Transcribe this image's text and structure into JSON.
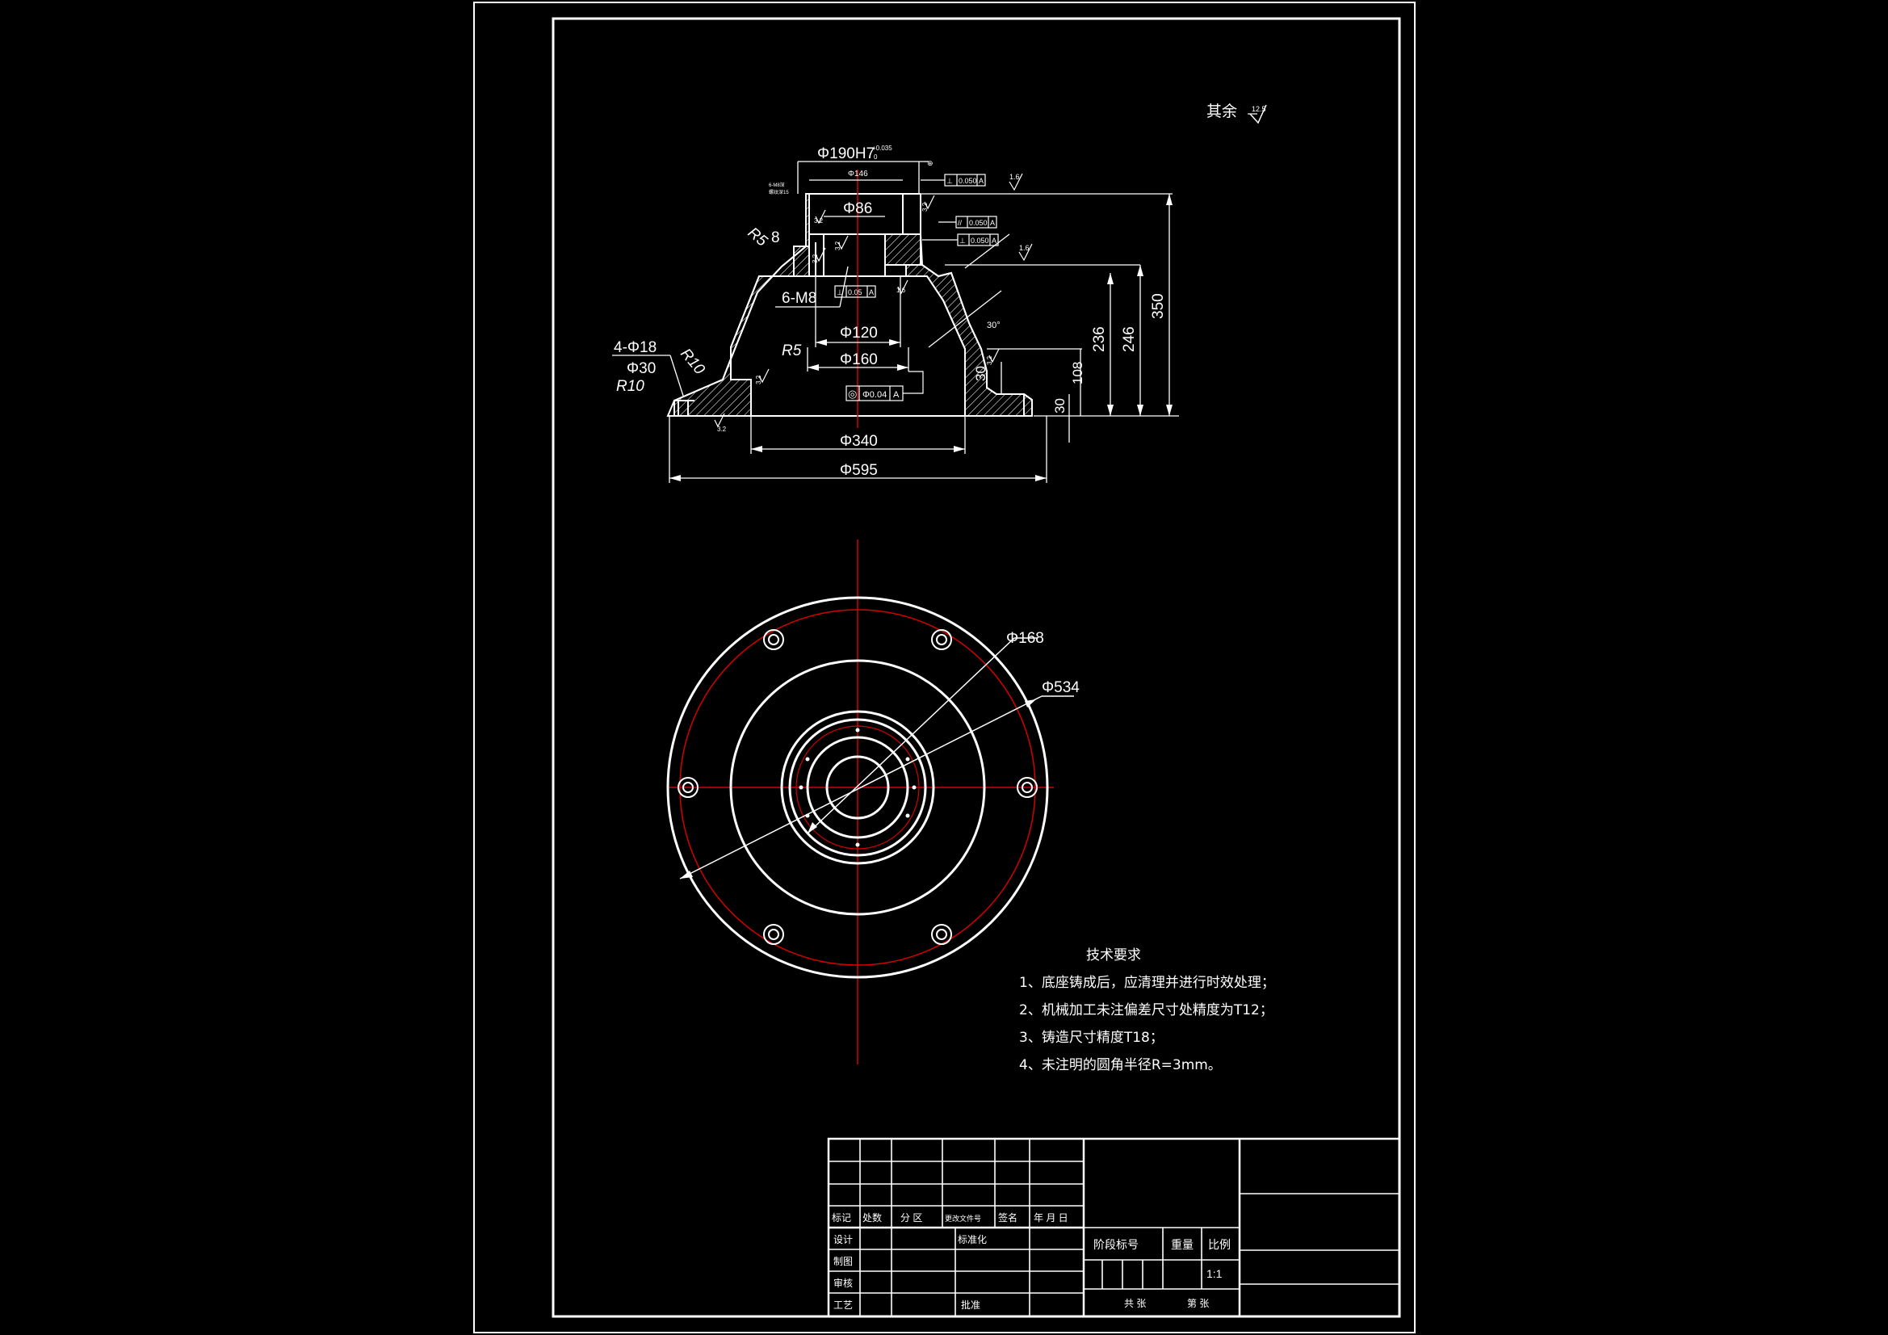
{
  "colors": {
    "background": "#000000",
    "line": "#ffffff",
    "centerline": "#d40000"
  },
  "surface_note": {
    "label": "其余",
    "value": "12.5"
  },
  "section_view": {
    "dims": {
      "bore_fit": "Φ190H7",
      "bore_fit_tol_upper": "+0.035",
      "bore_fit_tol_lower": "0",
      "datum": "A",
      "d146": "Φ146",
      "d86": "Φ86",
      "d120": "Φ120",
      "d160": "Φ160",
      "d340": "Φ340",
      "d595": "Φ595",
      "h350": "350",
      "h246": "246",
      "h236": "236",
      "h108": "108",
      "h30_right": "30",
      "h30_base": "30",
      "r5": "R5",
      "r10_upper": "R10",
      "r10_lower": "R10",
      "holes": "4-Φ18",
      "holes_cb": "Φ30",
      "thread": "6-M8",
      "angle": "30°",
      "chamfer_label": "R5",
      "chamfer_value": "8",
      "rough_top": "1.6",
      "rough_mid": "1.6",
      "rough_small_a": "3.2",
      "rough_small_b": "1.6",
      "rough_left_1": "3.2",
      "rough_left_2": "3.2",
      "rough_right_1": "3.2",
      "rough_right_2": "3.2",
      "rough_right_3": "3.2",
      "rough_base": "3.2",
      "thread_note": "6-M8深",
      "thread_note_2": "螺纹深15"
    },
    "tolerances": {
      "t1_value": "0.050",
      "t1_datum": "A",
      "t2_value": "0.050",
      "t2_datum": "A",
      "t3_value": "0.050",
      "t3_datum": "A",
      "t4_value": "0.05",
      "t4_datum": "A",
      "t5_value": "Φ0.04",
      "t5_datum": "A"
    }
  },
  "plan_view": {
    "d168": "Φ168",
    "d534": "Φ534"
  },
  "requirements": {
    "title": "技术要求",
    "items": [
      "1、底座铸成后，应清理并进行时效处理；",
      "2、机械加工未注偏差尺寸处精度为T12；",
      "3、铸造尺寸精度T18；",
      "4、未注明的圆角半径R=3mm。"
    ]
  },
  "title_block": {
    "mark": "标记",
    "count": "处数",
    "zone": "分 区",
    "change_doc": "更改文件号",
    "sign": "签名",
    "date": "年 月 日",
    "design": "设计",
    "standardize": "标准化",
    "drafting": "制图",
    "review": "审核",
    "process": "工艺",
    "approve": "批准",
    "stage_mark": "阶段标号",
    "weight": "重量",
    "scale": "比例",
    "scale_value": "1:1",
    "total_sheets": "共 张",
    "sheet_no": "第 张"
  }
}
